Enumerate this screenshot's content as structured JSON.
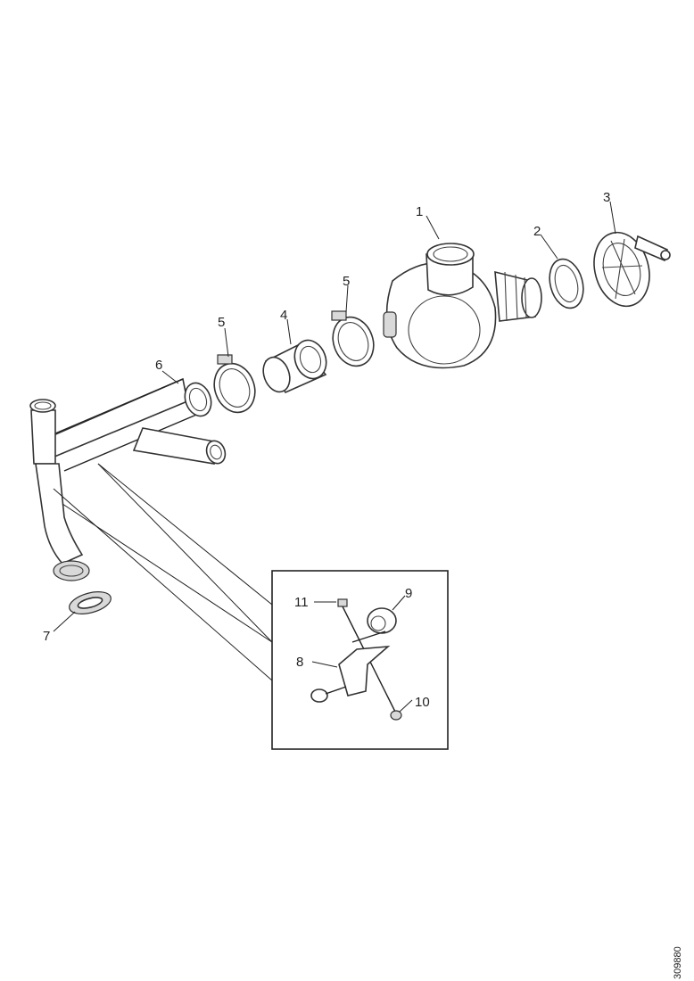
{
  "callouts": {
    "c1": "1",
    "c2": "2",
    "c3": "3",
    "c4": "4",
    "c5a": "5",
    "c5b": "5",
    "c6": "6",
    "c7": "7",
    "c8": "8",
    "c9": "9",
    "c10": "10",
    "c11": "11"
  },
  "figure_code": "309880",
  "colors": {
    "line": "#222222",
    "shade": "#d9d9d9"
  }
}
